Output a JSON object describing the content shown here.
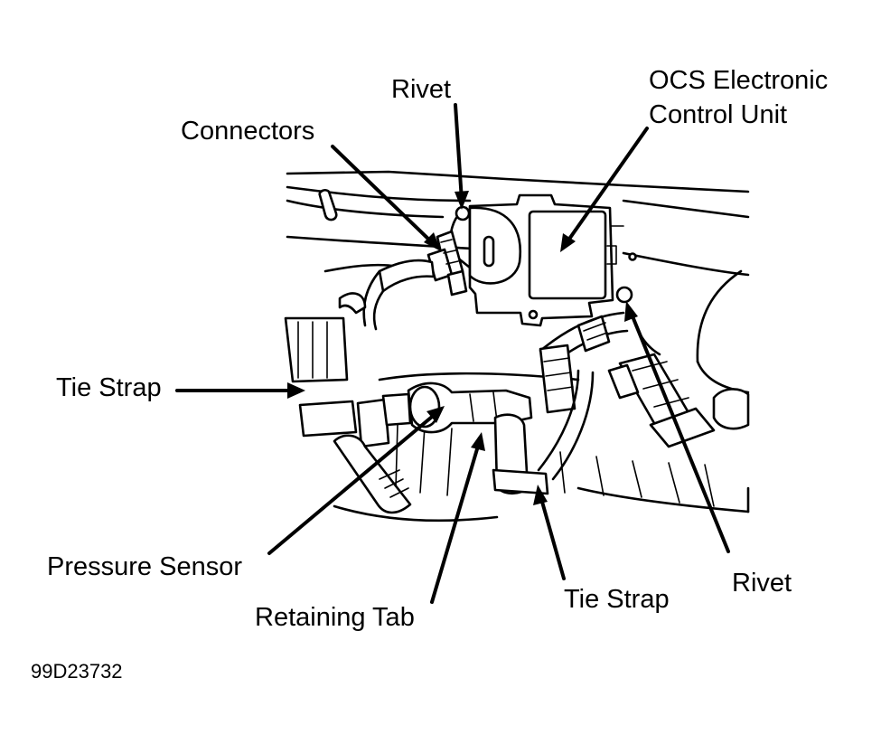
{
  "labels": {
    "rivet_top": "Rivet",
    "connectors": "Connectors",
    "ocs_ecu_line1": "OCS Electronic",
    "ocs_ecu_line2": "Control Unit",
    "tie_strap_left": "Tie Strap",
    "pressure_sensor": "Pressure Sensor",
    "retaining_tab": "Retaining Tab",
    "tie_strap_bottom": "Tie Strap",
    "rivet_right": "Rivet"
  },
  "figure_id": "99D23732"
}
